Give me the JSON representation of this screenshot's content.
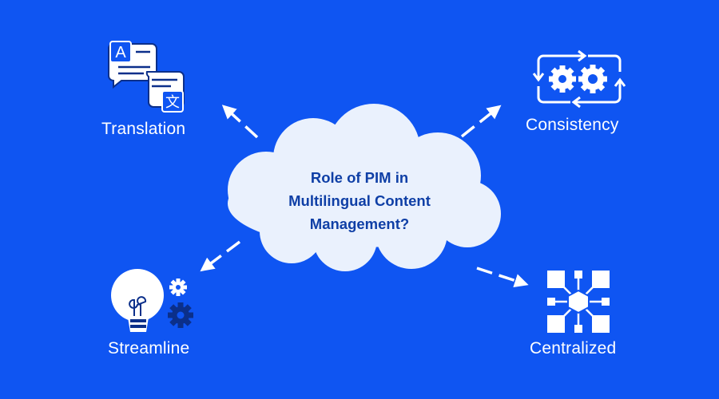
{
  "center": {
    "lines": [
      "Role of PIM in",
      "Multilingual Content",
      "Management?"
    ]
  },
  "nodes": {
    "translation": {
      "label": "Translation",
      "icon": "translation-icon",
      "glyph_a": "A",
      "glyph_b": "文"
    },
    "consistency": {
      "label": "Consistency",
      "icon": "gears-cycle-icon"
    },
    "streamline": {
      "label": "Streamline",
      "icon": "lightbulb-gears-icon"
    },
    "centralized": {
      "label": "Centralized",
      "icon": "hub-network-icon"
    }
  },
  "colors": {
    "background": "#0f55f2",
    "cloud": "#eaf1fd",
    "title": "#0f3fa6",
    "white": "#ffffff",
    "dark_blue": "#0b2f8a"
  }
}
